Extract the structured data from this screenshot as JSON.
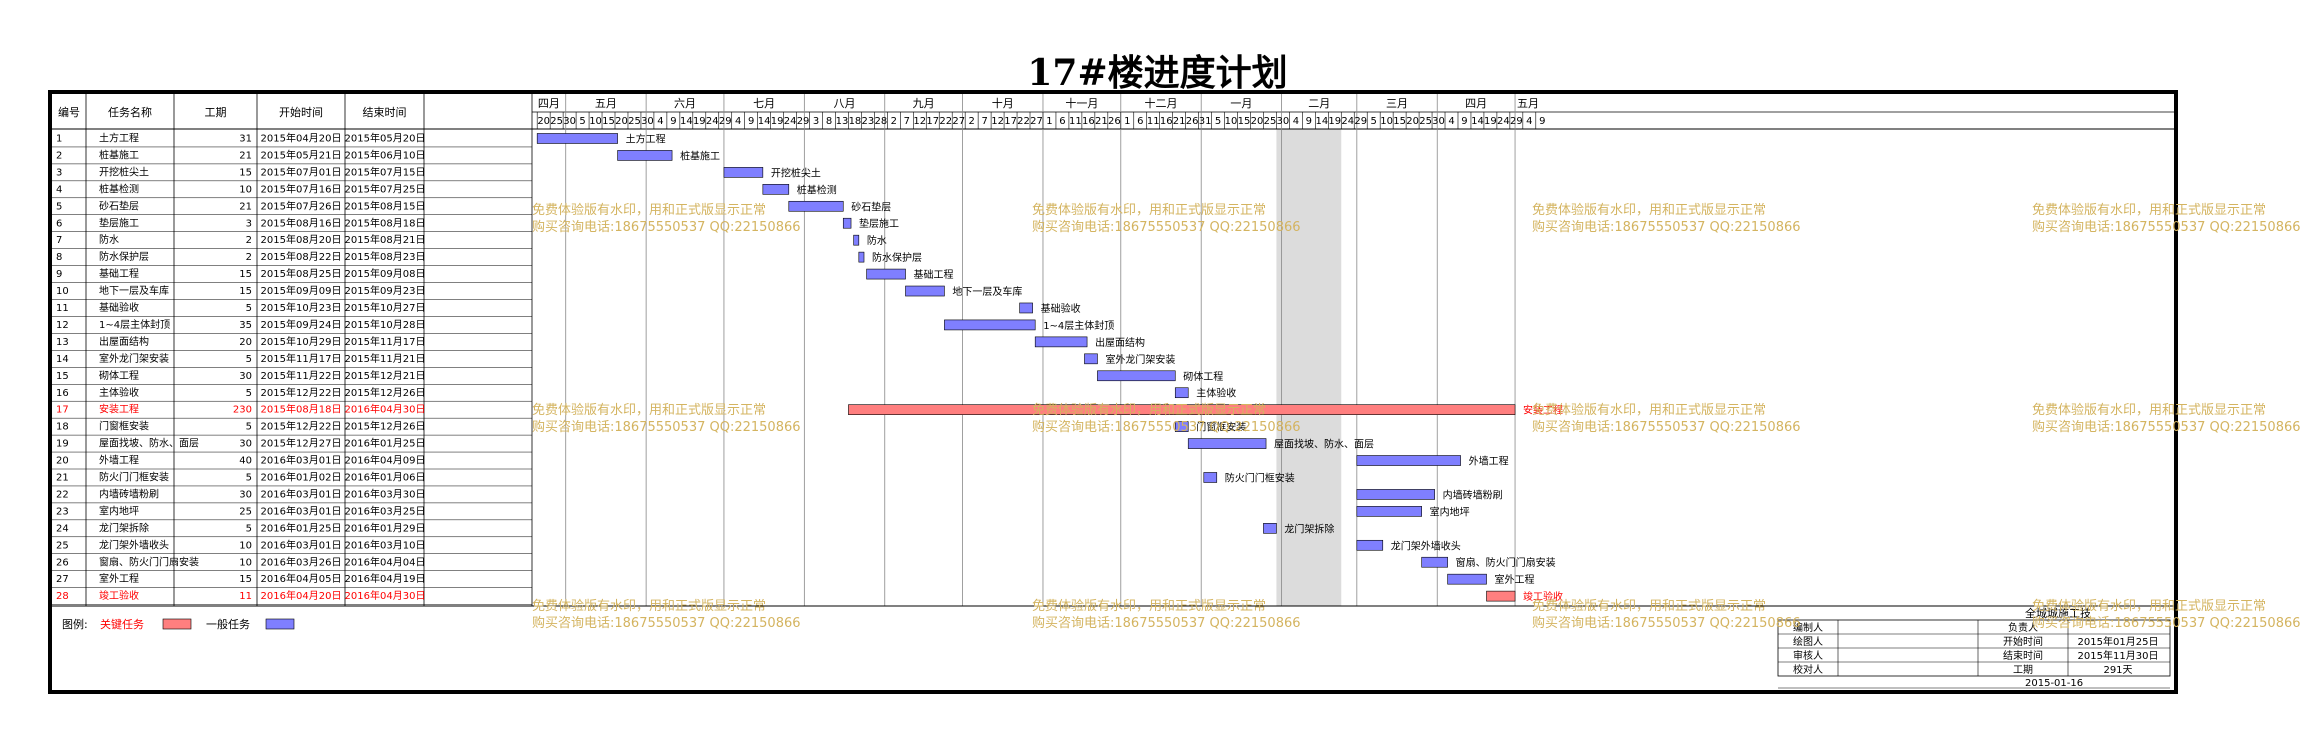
{
  "title": "17#楼进度计划",
  "columns": {
    "id": "编号",
    "name": "任务名称",
    "duration": "工期",
    "start": "开始时间",
    "end": "结束时间"
  },
  "months": [
    "四月",
    "五月",
    "六月",
    "七月",
    "八月",
    "九月",
    "十月",
    "十一月",
    "十二月",
    "一月",
    "二月",
    "三月",
    "四月",
    "五月"
  ],
  "days": [
    "20",
    "25",
    "30",
    "5",
    "10",
    "15",
    "20",
    "25",
    "30",
    "4",
    "9",
    "14",
    "19",
    "24",
    "29",
    "4",
    "9",
    "14",
    "19",
    "24",
    "29",
    "3",
    "8",
    "13",
    "18",
    "23",
    "28",
    "2",
    "7",
    "12",
    "17",
    "22",
    "27",
    "2",
    "7",
    "12",
    "17",
    "22",
    "27",
    "1",
    "6",
    "11",
    "16",
    "21",
    "26",
    "1",
    "6",
    "11",
    "16",
    "21",
    "26",
    "31",
    "5",
    "10",
    "15",
    "20",
    "25",
    "30",
    "4",
    "9",
    "14",
    "19",
    "24",
    "29",
    "5",
    "10",
    "15",
    "20",
    "25",
    "30",
    "4",
    "9",
    "14",
    "19",
    "24",
    "29",
    "4",
    "9"
  ],
  "chart_data": {
    "type": "gantt",
    "title": "17#楼进度计划",
    "x_unit": "date",
    "xlim": [
      "2015-04-18",
      "2016-05-11"
    ],
    "tasks": [
      {
        "id": "1",
        "name": "土方工程",
        "duration": "31",
        "start": "2015年04月20日",
        "end": "2015年05月20日",
        "s": "2015-04-20",
        "e": "2015-05-20",
        "critical": false
      },
      {
        "id": "2",
        "name": "桩基施工",
        "duration": "21",
        "start": "2015年05月21日",
        "end": "2015年06月10日",
        "s": "2015-05-21",
        "e": "2015-06-10",
        "critical": false
      },
      {
        "id": "3",
        "name": "开挖桩尖土",
        "duration": "15",
        "start": "2015年07月01日",
        "end": "2015年07月15日",
        "s": "2015-07-01",
        "e": "2015-07-15",
        "critical": false
      },
      {
        "id": "4",
        "name": "桩基检测",
        "duration": "10",
        "start": "2015年07月16日",
        "end": "2015年07月25日",
        "s": "2015-07-16",
        "e": "2015-07-25",
        "critical": false
      },
      {
        "id": "5",
        "name": "砂石垫层",
        "duration": "21",
        "start": "2015年07月26日",
        "end": "2015年08月15日",
        "s": "2015-07-26",
        "e": "2015-08-15",
        "critical": false
      },
      {
        "id": "6",
        "name": "垫层施工",
        "duration": "3",
        "start": "2015年08月16日",
        "end": "2015年08月18日",
        "s": "2015-08-16",
        "e": "2015-08-18",
        "critical": false
      },
      {
        "id": "7",
        "name": "防水",
        "duration": "2",
        "start": "2015年08月20日",
        "end": "2015年08月21日",
        "s": "2015-08-20",
        "e": "2015-08-21",
        "critical": false
      },
      {
        "id": "8",
        "name": "防水保护层",
        "duration": "2",
        "start": "2015年08月22日",
        "end": "2015年08月23日",
        "s": "2015-08-22",
        "e": "2015-08-23",
        "critical": false
      },
      {
        "id": "9",
        "name": "基础工程",
        "duration": "15",
        "start": "2015年08月25日",
        "end": "2015年09月08日",
        "s": "2015-08-25",
        "e": "2015-09-08",
        "critical": false
      },
      {
        "id": "10",
        "name": "地下一层及车库",
        "duration": "15",
        "start": "2015年09月09日",
        "end": "2015年09月23日",
        "s": "2015-09-09",
        "e": "2015-09-23",
        "critical": false
      },
      {
        "id": "11",
        "name": "基础验收",
        "duration": "5",
        "start": "2015年10月23日",
        "end": "2015年10月27日",
        "s": "2015-10-23",
        "e": "2015-10-27",
        "critical": false
      },
      {
        "id": "12",
        "name": "1~4层主体封顶",
        "duration": "35",
        "start": "2015年09月24日",
        "end": "2015年10月28日",
        "s": "2015-09-24",
        "e": "2015-10-28",
        "critical": false
      },
      {
        "id": "13",
        "name": "出屋面结构",
        "duration": "20",
        "start": "2015年10月29日",
        "end": "2015年11月17日",
        "s": "2015-10-29",
        "e": "2015-11-17",
        "critical": false
      },
      {
        "id": "14",
        "name": "室外龙门架安装",
        "duration": "5",
        "start": "2015年11月17日",
        "end": "2015年11月21日",
        "s": "2015-11-17",
        "e": "2015-11-21",
        "critical": false
      },
      {
        "id": "15",
        "name": "砌体工程",
        "duration": "30",
        "start": "2015年11月22日",
        "end": "2015年12月21日",
        "s": "2015-11-22",
        "e": "2015-12-21",
        "critical": false
      },
      {
        "id": "16",
        "name": "主体验收",
        "duration": "5",
        "start": "2015年12月22日",
        "end": "2015年12月26日",
        "s": "2015-12-22",
        "e": "2015-12-26",
        "critical": false
      },
      {
        "id": "17",
        "name": "安装工程",
        "duration": "230",
        "start": "2015年08月18日",
        "end": "2016年04月30日",
        "s": "2015-08-18",
        "e": "2016-04-30",
        "critical": true
      },
      {
        "id": "18",
        "name": "门窗框安装",
        "duration": "5",
        "start": "2015年12月22日",
        "end": "2015年12月26日",
        "s": "2015-12-22",
        "e": "2015-12-26",
        "critical": false
      },
      {
        "id": "19",
        "name": "屋面找坡、防水、面层",
        "duration": "30",
        "start": "2015年12月27日",
        "end": "2016年01月25日",
        "s": "2015-12-27",
        "e": "2016-01-25",
        "critical": false
      },
      {
        "id": "20",
        "name": "外墙工程",
        "duration": "40",
        "start": "2016年03月01日",
        "end": "2016年04月09日",
        "s": "2016-03-01",
        "e": "2016-04-09",
        "critical": false
      },
      {
        "id": "21",
        "name": "防火门门框安装",
        "duration": "5",
        "start": "2016年01月02日",
        "end": "2016年01月06日",
        "s": "2016-01-02",
        "e": "2016-01-06",
        "critical": false
      },
      {
        "id": "22",
        "name": "内墙砖墙粉刷",
        "duration": "30",
        "start": "2016年03月01日",
        "end": "2016年03月30日",
        "s": "2016-03-01",
        "e": "2016-03-30",
        "critical": false
      },
      {
        "id": "23",
        "name": "室内地坪",
        "duration": "25",
        "start": "2016年03月01日",
        "end": "2016年03月25日",
        "s": "2016-03-01",
        "e": "2016-03-25",
        "critical": false
      },
      {
        "id": "24",
        "name": "龙门架拆除",
        "duration": "5",
        "start": "2016年01月25日",
        "end": "2016年01月29日",
        "s": "2016-01-25",
        "e": "2016-01-29",
        "critical": false
      },
      {
        "id": "25",
        "name": "龙门架外墙收头",
        "duration": "10",
        "start": "2016年03月01日",
        "end": "2016年03月10日",
        "s": "2016-03-01",
        "e": "2016-03-10",
        "critical": false
      },
      {
        "id": "26",
        "name": "窗扇、防火门门扇安装",
        "duration": "10",
        "start": "2016年03月26日",
        "end": "2016年04月04日",
        "s": "2016-03-26",
        "e": "2016-04-04",
        "critical": false
      },
      {
        "id": "27",
        "name": "室外工程",
        "duration": "15",
        "start": "2016年04月05日",
        "end": "2016年04月19日",
        "s": "2016-04-05",
        "e": "2016-04-19",
        "critical": false
      },
      {
        "id": "28",
        "name": "竣工验收",
        "duration": "11",
        "start": "2016年04月20日",
        "end": "2016年04月30日",
        "s": "2016-04-20",
        "e": "2016-04-30",
        "critical": true
      }
    ],
    "shaded_period": [
      "2016-01-30",
      "2016-02-24"
    ],
    "colors": {
      "critical": "#ff7f7f",
      "normal": "#7f7fff",
      "critical_text": "#ff0000",
      "grid": "#b0b0b0",
      "shade": "#dcdcdc"
    }
  },
  "legend": {
    "label": "图例:",
    "critical": "关键任务",
    "normal": "一般任务"
  },
  "watermark": {
    "line1": "免费体验版有水印，用和正式版显示正常",
    "line2": "购买咨询电话:18675550537 QQ:22150866",
    "color": "#d4b460"
  },
  "signoff": {
    "title": "全城城施工技",
    "rows": [
      [
        "编制人",
        "负责人"
      ],
      [
        "绘图人",
        "开始时间"
      ],
      [
        "审核人",
        "结束时间"
      ],
      [
        "校对人",
        "工期"
      ]
    ],
    "values": [
      "",
      "2015年01月25日",
      "2015年11月30日",
      "291天"
    ],
    "date": "2015-01-16"
  }
}
